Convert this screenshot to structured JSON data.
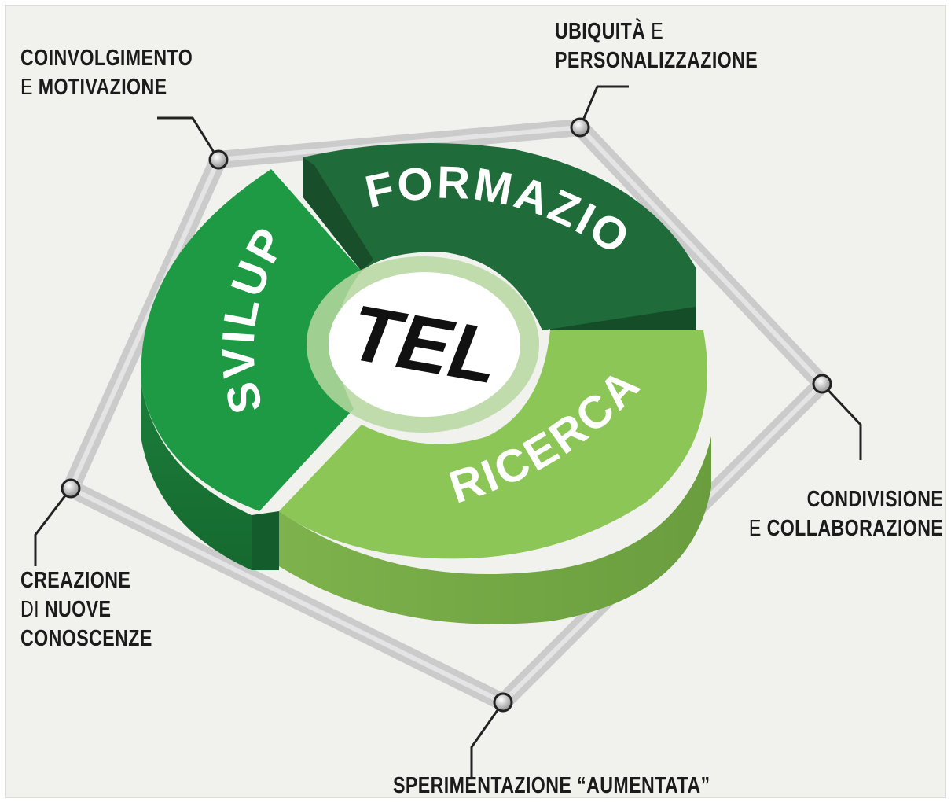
{
  "center_label": "TEL",
  "segments": {
    "formazione": "FORMAZIONE",
    "sviluppo": "SVILUPPO",
    "ricerca": "RICERCA"
  },
  "nodes": {
    "top_left": {
      "line1_bold": "COINVOLGIMENTO",
      "line2_normal": "E",
      "line2_bold": "MOTIVAZIONE"
    },
    "top_right": {
      "line1_bold": "UBIQUITÀ",
      "line1_normal": "E",
      "line2_bold": "PERSONALIZZAZIONE"
    },
    "right": {
      "line1_bold": "CONDIVISIONE",
      "line2_normal": "E",
      "line2_bold": "COLLABORAZIONE"
    },
    "bottom": {
      "line1_bold": "SPERIMENTAZIONE “AUMENTATA”"
    },
    "left": {
      "line1_bold": "CREAZIONE",
      "line2_normal": "DI",
      "line2_bold": "NUOVE",
      "line3_bold": "CONOSCENZE"
    }
  },
  "colors": {
    "formazione": "#1f6b3a",
    "sviluppo": "#1f9a44",
    "ricerca": "#8cc656",
    "frame": "#c9c9c9",
    "background": "#f1f1ee"
  }
}
